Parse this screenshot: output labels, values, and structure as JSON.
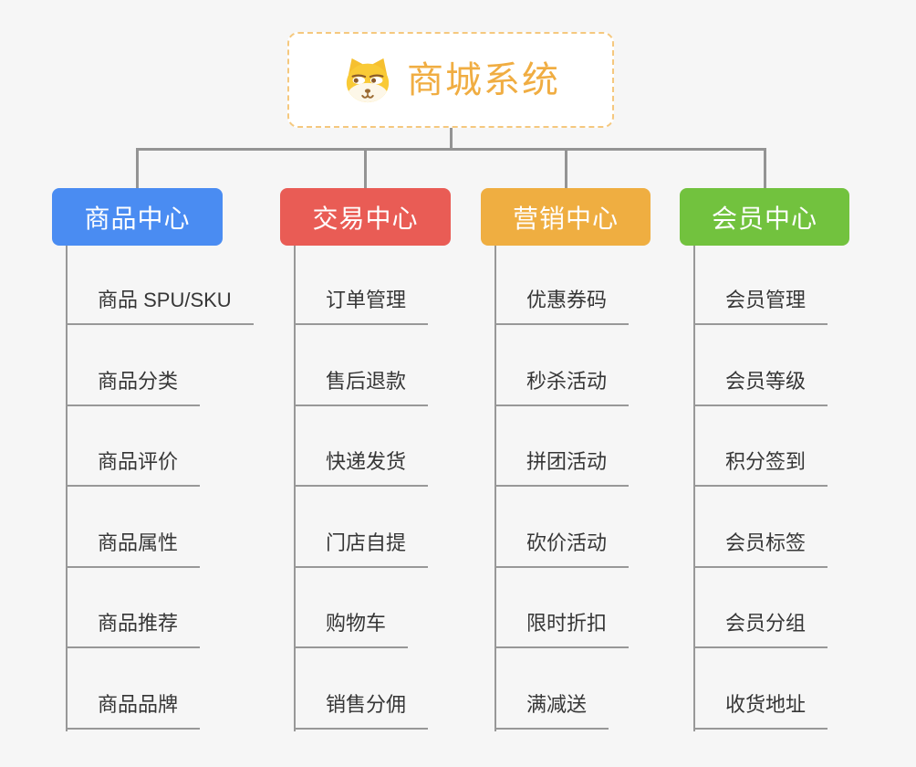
{
  "root": {
    "title": "商城系统",
    "icon": "dog-face-icon"
  },
  "branches": [
    {
      "label": "商品中心",
      "color": "#4a8cf2",
      "children": [
        "商品 SPU/SKU",
        "商品分类",
        "商品评价",
        "商品属性",
        "商品推荐",
        "商品品牌"
      ]
    },
    {
      "label": "交易中心",
      "color": "#e95c55",
      "children": [
        "订单管理",
        "售后退款",
        "快递发货",
        "门店自提",
        "购物车",
        "销售分佣"
      ]
    },
    {
      "label": "营销中心",
      "color": "#efae41",
      "children": [
        "优惠券码",
        "秒杀活动",
        "拼团活动",
        "砍价活动",
        "限时折扣",
        "满减送"
      ]
    },
    {
      "label": "会员中心",
      "color": "#72c23e",
      "children": [
        "会员管理",
        "会员等级",
        "积分签到",
        "会员标签",
        "会员分组",
        "收货地址"
      ]
    }
  ],
  "colors": {
    "background": "#f6f6f6",
    "connector_line": "#949494",
    "child_underline": "#989898",
    "child_text": "#363636",
    "root_text": "#f0ad42",
    "root_border": "#f5c87e",
    "branch_product": "#4a8cf2",
    "branch_trade": "#e95c55",
    "branch_marketing": "#efae41",
    "branch_member": "#72c23e"
  }
}
